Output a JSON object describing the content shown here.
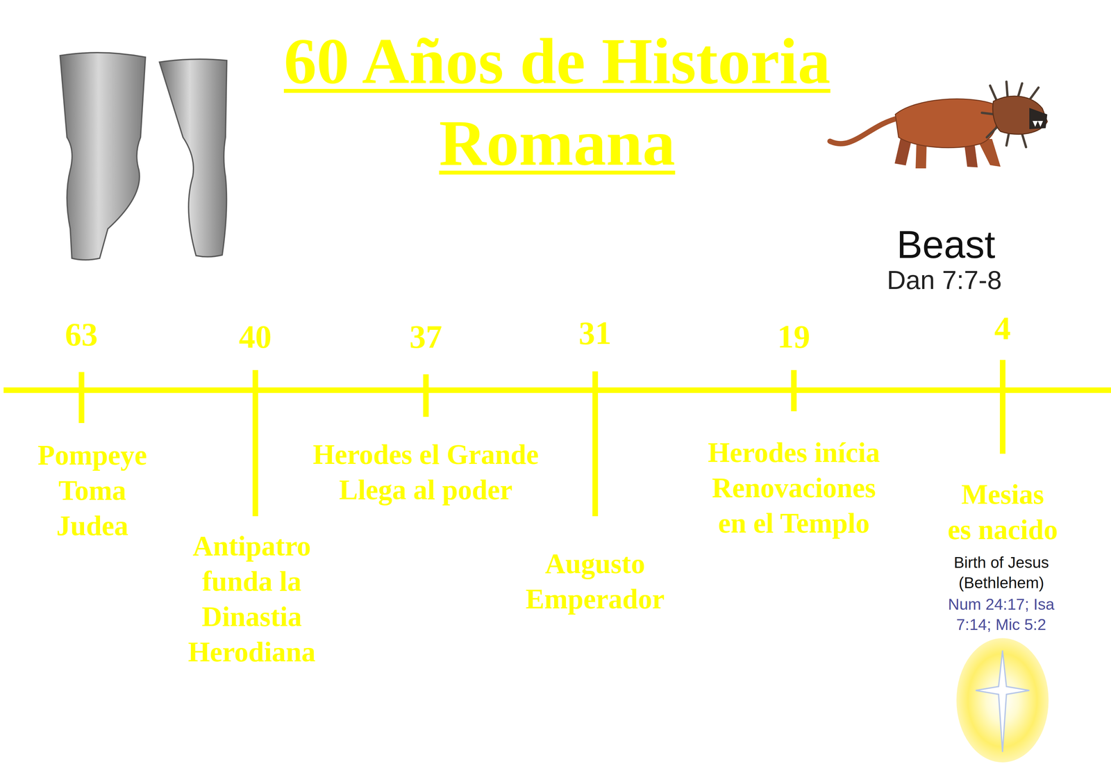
{
  "diagram": {
    "title": "60 Años de Historia Romana",
    "labels": [
      "Beast",
      "Dan 7:7-8",
      "63",
      "40",
      "37",
      "31",
      "19",
      "4",
      "Pompeye Toma Judea",
      "Antipatro funda la Dinastia Herodiana",
      "Herodes el Grande Llega al poder",
      "Augusto Emperador",
      "Herodes inícia Renovaciones en el Templo",
      "Mesias es nacido",
      "Birth of Jesus (Bethlehem)",
      "Num 24:17; Isa 7:14; Mic 5:2"
    ]
  }
}
